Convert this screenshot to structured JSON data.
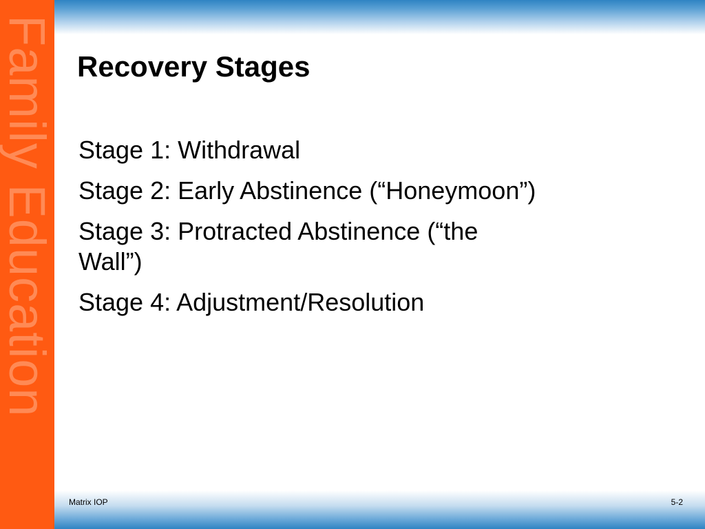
{
  "sidebar": {
    "label": "Family Education"
  },
  "slide": {
    "title": "Recovery Stages",
    "stages": [
      "Stage 1: Withdrawal",
      "Stage 2: Early Abstinence (“Honeymoon”)",
      "Stage 3: Protracted Abstinence (“the Wall”)",
      "Stage 4: Adjustment/Resolution"
    ]
  },
  "footer": {
    "left": "Matrix IOP",
    "right": "5-2"
  },
  "colors": {
    "sidebar": "#ff5a12",
    "sidebar_text": "#ff8a55",
    "band": "#2f84c3"
  }
}
